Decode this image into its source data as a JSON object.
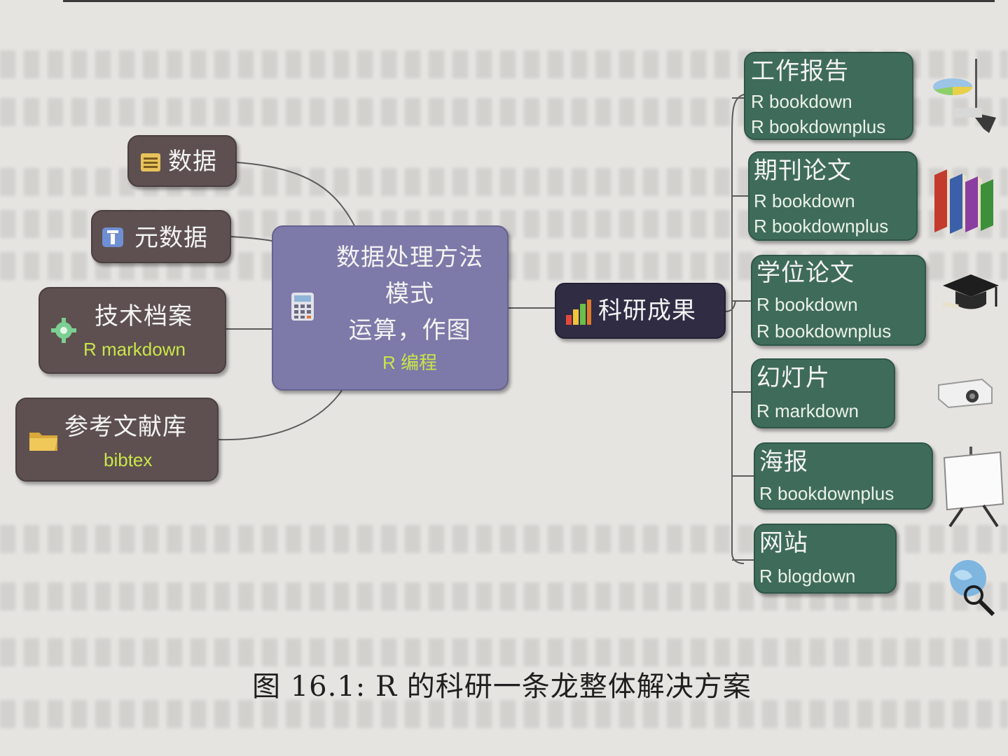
{
  "center": {
    "line1": "数据处理方法",
    "line2": "模式",
    "line3": "运算，作图",
    "sub": "R 编程"
  },
  "left_nodes": [
    {
      "title": "数据",
      "sub": ""
    },
    {
      "title": "元数据",
      "sub": ""
    },
    {
      "title": "技术档案",
      "sub": "R  markdown"
    },
    {
      "title": "参考文献库",
      "sub": "bibtex"
    }
  ],
  "hub": {
    "title": "科研成果"
  },
  "right_nodes": [
    {
      "title": "工作报告",
      "tools": [
        "R  bookdown",
        "R bookdownplus"
      ]
    },
    {
      "title": "期刊论文",
      "tools": [
        "R  bookdown",
        "R bookdownplus"
      ]
    },
    {
      "title": "学位论文",
      "tools": [
        "R  bookdown",
        "R bookdownplus"
      ]
    },
    {
      "title": "幻灯片",
      "tools": [
        "R  markdown"
      ]
    },
    {
      "title": "海报",
      "tools": [
        "R bookdownplus"
      ]
    },
    {
      "title": "网站",
      "tools": [
        "R  blogdown"
      ]
    }
  ],
  "caption": "图 16.1: R 的科研一条龙整体解决方案",
  "colors": {
    "left_node": "#5e5050",
    "right_node": "#3f6b5b",
    "center_node": "#7d79a8",
    "hub_node": "#2f2c44",
    "sub_text": "#c9e64a"
  },
  "icons": [
    "database-icon",
    "info-icon",
    "gear-icon",
    "folder-icon",
    "calculator-icon",
    "bar-chart-icon",
    "pie-chart-icon",
    "books-icon",
    "graduation-cap-icon",
    "projector-icon",
    "easel-icon",
    "globe-search-icon"
  ]
}
